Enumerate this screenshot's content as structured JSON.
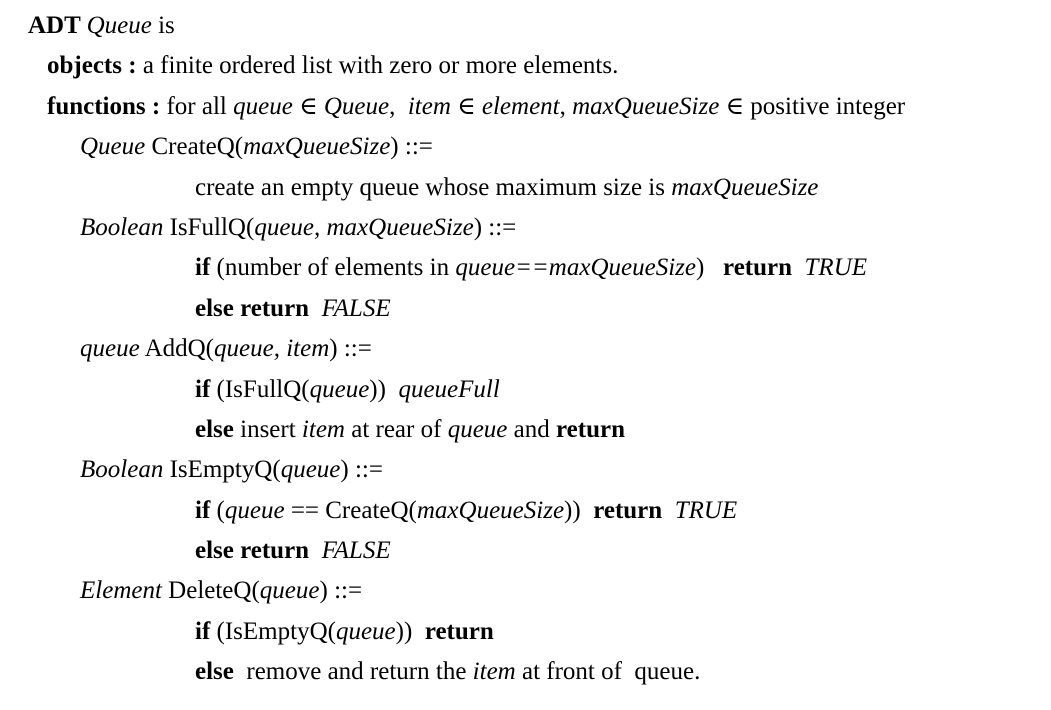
{
  "page": {
    "background_color": "#ffffff",
    "text_color": "#000000",
    "title": "ADT Queue is"
  },
  "symbols": {
    "element_of": "∈"
  },
  "document": {
    "lines": [
      {
        "level": 0,
        "runs": [
          {
            "t": "ADT ",
            "s": "bold"
          },
          {
            "t": "Queue",
            "s": "italic"
          },
          {
            "t": " is",
            "s": "normal"
          }
        ]
      },
      {
        "level": 1,
        "runs": [
          {
            "t": "objects : ",
            "s": "bold"
          },
          {
            "t": "a finite ordered list with zero or more elements.",
            "s": "normal"
          }
        ]
      },
      {
        "level": 1,
        "runs": [
          {
            "t": "functions : ",
            "s": "bold"
          },
          {
            "t": "for all ",
            "s": "normal"
          },
          {
            "t": "queue",
            "s": "italic"
          },
          {
            "t": " ∈ ",
            "s": "normal"
          },
          {
            "t": "Queue",
            "s": "italic"
          },
          {
            "t": ",  ",
            "s": "normal"
          },
          {
            "t": "item",
            "s": "italic"
          },
          {
            "t": " ∈ ",
            "s": "normal"
          },
          {
            "t": "element",
            "s": "italic"
          },
          {
            "t": ", ",
            "s": "normal"
          },
          {
            "t": "maxQueueSize",
            "s": "italic"
          },
          {
            "t": " ∈ positive integer",
            "s": "normal"
          }
        ]
      },
      {
        "level": 2,
        "runs": [
          {
            "t": "Queue",
            "s": "italic"
          },
          {
            "t": " CreateQ(",
            "s": "normal"
          },
          {
            "t": "maxQueueSize",
            "s": "italic"
          },
          {
            "t": ") ::=",
            "s": "normal"
          }
        ]
      },
      {
        "level": 3,
        "runs": [
          {
            "t": "create an empty queue whose maximum size is ",
            "s": "normal"
          },
          {
            "t": "maxQueueSize",
            "s": "italic"
          }
        ]
      },
      {
        "level": 2,
        "runs": [
          {
            "t": "Boolean",
            "s": "italic"
          },
          {
            "t": " IsFullQ(",
            "s": "normal"
          },
          {
            "t": "queue, maxQueueSize",
            "s": "italic"
          },
          {
            "t": ") ::=",
            "s": "normal"
          }
        ]
      },
      {
        "level": 3,
        "runs": [
          {
            "t": "if",
            "s": "bold"
          },
          {
            "t": " (number of elements in ",
            "s": "normal"
          },
          {
            "t": "queue==maxQueueSize",
            "s": "italic"
          },
          {
            "t": ")   ",
            "s": "normal"
          },
          {
            "t": "return",
            "s": "bold"
          },
          {
            "t": "  ",
            "s": "normal"
          },
          {
            "t": "TRUE",
            "s": "italic"
          }
        ]
      },
      {
        "level": 3,
        "runs": [
          {
            "t": "else return",
            "s": "bold"
          },
          {
            "t": "  ",
            "s": "normal"
          },
          {
            "t": "FALSE",
            "s": "italic"
          }
        ]
      },
      {
        "level": 2,
        "runs": [
          {
            "t": "queue",
            "s": "italic"
          },
          {
            "t": " AddQ(",
            "s": "normal"
          },
          {
            "t": "queue, item",
            "s": "italic"
          },
          {
            "t": ") ::=",
            "s": "normal"
          }
        ]
      },
      {
        "level": 3,
        "runs": [
          {
            "t": "if",
            "s": "bold"
          },
          {
            "t": " (IsFullQ(",
            "s": "normal"
          },
          {
            "t": "queue",
            "s": "italic"
          },
          {
            "t": "))  ",
            "s": "normal"
          },
          {
            "t": "queueFull",
            "s": "italic"
          }
        ]
      },
      {
        "level": 3,
        "runs": [
          {
            "t": "else",
            "s": "bold"
          },
          {
            "t": " insert ",
            "s": "normal"
          },
          {
            "t": "item",
            "s": "italic"
          },
          {
            "t": " at rear of ",
            "s": "normal"
          },
          {
            "t": "queue",
            "s": "italic"
          },
          {
            "t": " and ",
            "s": "normal"
          },
          {
            "t": "return",
            "s": "bold"
          }
        ]
      },
      {
        "level": 2,
        "runs": [
          {
            "t": "Boolean",
            "s": "italic"
          },
          {
            "t": " IsEmptyQ(",
            "s": "normal"
          },
          {
            "t": "queue",
            "s": "italic"
          },
          {
            "t": ") ::=",
            "s": "normal"
          }
        ]
      },
      {
        "level": 3,
        "runs": [
          {
            "t": "if",
            "s": "bold"
          },
          {
            "t": " (",
            "s": "normal"
          },
          {
            "t": "queue",
            "s": "italic"
          },
          {
            "t": " == CreateQ(",
            "s": "normal"
          },
          {
            "t": "maxQueueSize",
            "s": "italic"
          },
          {
            "t": "))  ",
            "s": "normal"
          },
          {
            "t": "return",
            "s": "bold"
          },
          {
            "t": "  ",
            "s": "normal"
          },
          {
            "t": "TRUE",
            "s": "italic"
          }
        ]
      },
      {
        "level": 3,
        "runs": [
          {
            "t": "else return",
            "s": "bold"
          },
          {
            "t": "  ",
            "s": "normal"
          },
          {
            "t": "FALSE",
            "s": "italic"
          }
        ]
      },
      {
        "level": 2,
        "runs": [
          {
            "t": "Element",
            "s": "italic"
          },
          {
            "t": " DeleteQ(",
            "s": "normal"
          },
          {
            "t": "queue",
            "s": "italic"
          },
          {
            "t": ") ::=",
            "s": "normal"
          }
        ]
      },
      {
        "level": 3,
        "runs": [
          {
            "t": "if",
            "s": "bold"
          },
          {
            "t": " (IsEmptyQ(",
            "s": "normal"
          },
          {
            "t": "queue",
            "s": "italic"
          },
          {
            "t": "))  ",
            "s": "normal"
          },
          {
            "t": "return",
            "s": "bold"
          }
        ]
      },
      {
        "level": 3,
        "runs": [
          {
            "t": "else",
            "s": "bold"
          },
          {
            "t": "  remove and return the ",
            "s": "normal"
          },
          {
            "t": "item",
            "s": "italic"
          },
          {
            "t": " at front of  queue.",
            "s": "normal"
          }
        ]
      }
    ]
  }
}
